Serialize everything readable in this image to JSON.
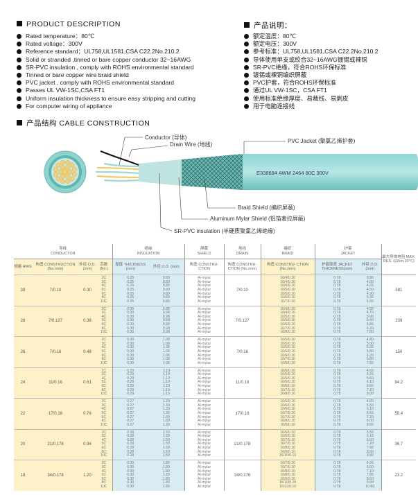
{
  "left_header": "PRODUCT DESCRIPTION",
  "right_header": "产品说明：",
  "left_items": [
    "Rated temperature：80℃",
    "Rated voltage：300V",
    "Reference standard：UL758,UL1581,CSA C22.2No.210.2",
    "Solid or stranded ,tinned or bare copper conductor 32~16AWG",
    "SR-PVC insulation , comply with ROHS environmental standard",
    "Tinned or bare copper wire braid shield",
    "PVC jacket , comply with ROHS environmental standard",
    "Passes UL VW-1SC,CSA FT1",
    "Uniform insulation thickness to ensure easy stripping and cutting",
    "For computer wiring of appliance"
  ],
  "right_items": [
    "额定温度：80℃",
    "额定电压：300V",
    "参考标准：UL758,UL1581,CSA C22.2No.210.2",
    "导体使用单支或绞合32~16AWG镀锡或裸铜",
    "SR-PVC绝缘，符合ROHS环保标准",
    "镀锡或裸铜编织屏蔽",
    "PVC护套，符合ROHS环保标准",
    "通过UL VW-1SC，CSA FT1",
    "使用标准绝缘厚度、易裁线、易剥皮",
    "用于电脑连接线"
  ],
  "construction_title": "产品结构    CABLE CONSTRUCTION",
  "cable_labels": {
    "conductor": "Conductor (导体)",
    "drain": "Drain Wire (地线)",
    "jacket": "PVC Jacket (聚氯乙烯护套)",
    "braid": "Braid Shield (编织屏蔽)",
    "mylar": "Aluminum Mylar Shield (铝箔麦拉屏蔽)",
    "insulation": "SR-PVC insulation (半硬质聚氯乙烯绝缘)",
    "print": "E338684  AWM 2464 80C 300V"
  },
  "table_header": {
    "conductor_cn": "导体",
    "conductor_en": "CONDUCTOR",
    "insulation_cn": "绝缘",
    "insulation_en": "INSULATION",
    "shield_cn": "屏蔽",
    "shield_en": "SHIELD",
    "drain_cn": "地线",
    "drain_en": "DRAIN",
    "braid_cn": "编织",
    "braid_en": "BRAID",
    "jacket_cn": "护套",
    "jacket_en": "JACKET",
    "awg": "规格 AWG",
    "construction": "构造 CONSTRUCTION (No./mm)",
    "od": "外径 O.D. (mm)",
    "cores": "芯数 (No.)",
    "ins_thk": "厚度 THICKNESS (mm)",
    "ins_od": "外径 O.D. (mm)",
    "shield_cons": "构造 CONSTRU- CTION",
    "drain_cons": "构造 CONSTRU- CTION (No./mm)",
    "braid_cons": "构造 CONSTRU- CTION (No./mm)",
    "jk_thk": "护套厚度 JACKET THICKNESS(mm)",
    "jk_od": "外径 O.D. (mm)",
    "res": "最大导体电阻 MAX. RES. (Ω/km,20℃)"
  },
  "rows": [
    {
      "awg": "30",
      "cons": "7/0.10",
      "od": "0.30",
      "drain": "7/0.10",
      "res": "381"
    },
    {
      "awg": "28",
      "cons": "7/0.127",
      "od": "0.38",
      "drain": "7/0.127",
      "res": "239"
    },
    {
      "awg": "26",
      "cons": "7/0.16",
      "od": "0.48",
      "drain": "7/0.16",
      "res": "150"
    },
    {
      "awg": "24",
      "cons": "11/0.16",
      "od": "0.61",
      "drain": "11/0.16",
      "res": "94.2"
    },
    {
      "awg": "22",
      "cons": "17/0.16",
      "od": "0.76",
      "drain": "17/0.16",
      "res": "59.4"
    },
    {
      "awg": "20",
      "cons": "21/0.178",
      "od": "0.94",
      "drain": "21/0.178",
      "res": "36.7"
    },
    {
      "awg": "18",
      "cons": "34/0.178",
      "od": "1.20",
      "drain": "34/0.178",
      "res": "23.2"
    }
  ],
  "cores_list": [
    "2C",
    "3C",
    "4C",
    "5C",
    "6C",
    "8C",
    "10C"
  ],
  "stack_groups": [
    {
      "thk": [
        "0.25",
        "0.25",
        "0.25",
        "0.25",
        "0.25",
        "0.25",
        "0.25"
      ],
      "iod": [
        "0.80",
        "0.80",
        "0.80",
        "0.80",
        "0.80",
        "0.80",
        "0.80"
      ],
      "braid": [
        "16/4/0.10",
        "16/4/0.10",
        "16/4/0.10",
        "16/5/0.10",
        "16/5/0.10",
        "16/6/0.10",
        "16/7/0.10"
      ],
      "jthk": [
        "0.78",
        "0.78",
        "0.78",
        "0.78",
        "0.78",
        "0.78",
        "0.78"
      ],
      "jod": [
        "3.90",
        "4.00",
        "4.20",
        "4.50",
        "4.90",
        "5.30",
        "6.00"
      ]
    },
    {
      "thk": [
        "0.30",
        "0.30",
        "0.30",
        "0.30",
        "0.30",
        "0.30",
        "0.30"
      ],
      "iod": [
        "0.98",
        "0.98",
        "0.98",
        "0.98",
        "0.98",
        "0.98",
        "0.98"
      ],
      "braid": [
        "16/4/0.10",
        "16/4/0.10",
        "16/5/0.10",
        "16/5/0.10",
        "16/6/0.10",
        "16/7/0.10",
        "16/8/0.10"
      ],
      "jthk": [
        "0.78",
        "0.78",
        "0.78",
        "0.78",
        "0.78",
        "0.78",
        "0.78"
      ],
      "jod": [
        "4.50",
        "4.70",
        "5.00",
        "5.40",
        "5.80",
        "6.20",
        "7.00"
      ]
    },
    {
      "thk": [
        "0.30",
        "0.30",
        "0.30",
        "0.30",
        "0.30",
        "0.30",
        "0.30"
      ],
      "iod": [
        "1.08",
        "1.08",
        "1.08",
        "1.08",
        "1.08",
        "1.08",
        "1.08"
      ],
      "braid": [
        "16/5/0.10",
        "16/5/0.10",
        "16/5/0.10",
        "16/6/0.10",
        "16/6/0.10",
        "16/7/0.10",
        "16/8/0.10"
      ],
      "jthk": [
        "0.78",
        "0.78",
        "0.78",
        "0.78",
        "0.78",
        "0.78",
        "0.78"
      ],
      "jod": [
        "4.80",
        "5.00",
        "5.30",
        "5.80",
        "6.20",
        "6.80",
        "7.50"
      ]
    },
    {
      "thk": [
        "0.29",
        "0.29",
        "0.29",
        "0.29",
        "0.29",
        "0.29",
        "0.29"
      ],
      "iod": [
        "1.10",
        "1.10",
        "1.10",
        "1.10",
        "1.10",
        "1.10",
        "1.10"
      ],
      "braid": [
        "16/5/0.10",
        "16/5/0.10",
        "16/5/0.10",
        "16/6/0.10",
        "16/6/0.10",
        "16/7/0.10",
        "16/8/0.10"
      ],
      "jthk": [
        "0.78",
        "0.78",
        "0.78",
        "0.78",
        "0.78",
        "0.78",
        "0.78"
      ],
      "jod": [
        "4.50",
        "5.20",
        "5.60",
        "6.10",
        "6.60",
        "7.20",
        "8.00"
      ]
    },
    {
      "thk": [
        "0.27",
        "0.27",
        "0.27",
        "0.27",
        "0.27",
        "0.27",
        "0.27"
      ],
      "iod": [
        "1.30",
        "1.30",
        "1.30",
        "1.30",
        "1.30",
        "1.30",
        "1.30"
      ],
      "braid": [
        "16/6/0.10",
        "16/6/0.10",
        "16/6/0.10",
        "16/7/0.10",
        "16/7/0.10",
        "16/8/0.10",
        "16/9/0.10"
      ],
      "jthk": [
        "0.78",
        "0.78",
        "0.78",
        "0.78",
        "0.78",
        "0.78",
        "0.78"
      ],
      "jod": [
        "4.80",
        "5.60",
        "6.10",
        "6.60",
        "7.20",
        "8.00",
        "9.00"
      ]
    },
    {
      "thk": [
        "0.28",
        "0.28",
        "0.28",
        "0.28",
        "0.28",
        "0.28",
        "0.28"
      ],
      "iod": [
        "1.50",
        "1.50",
        "1.50",
        "1.50",
        "1.50",
        "1.50",
        "1.50"
      ],
      "braid": [
        "16/6/0.10",
        "16/6/0.10",
        "16/7/0.10",
        "16/7/0.10",
        "16/8/0.10",
        "16/9/0.10",
        "16/10/0.10"
      ],
      "jthk": [
        "0.78",
        "0.78",
        "0.78",
        "0.78",
        "0.78",
        "0.78",
        "0.78"
      ],
      "jod": [
        "5.50",
        "6.10",
        "6.60",
        "7.20",
        "7.90",
        "8.80",
        "9.80"
      ]
    },
    {
      "thk": [
        "0.30",
        "0.30",
        "0.30",
        "0.30",
        "0.30",
        "0.30",
        "0.30"
      ],
      "iod": [
        "1.80",
        "1.80",
        "1.80",
        "1.80",
        "1.80",
        "1.80",
        "1.80"
      ],
      "braid": [
        "16/7/0.10",
        "16/7/0.10",
        "16/8/0.10",
        "16/8/0.10",
        "16/9/0.10",
        "16/10/0.10",
        "16/11/0.10"
      ],
      "jthk": [
        "0.78",
        "0.78",
        "0.78",
        "0.78",
        "0.78",
        "0.78",
        "0.78"
      ],
      "jod": [
        "6.00",
        "6.50",
        "7.10",
        "7.80",
        "8.60",
        "9.60",
        "10.80"
      ]
    }
  ],
  "shield_text": "Al-mylar"
}
